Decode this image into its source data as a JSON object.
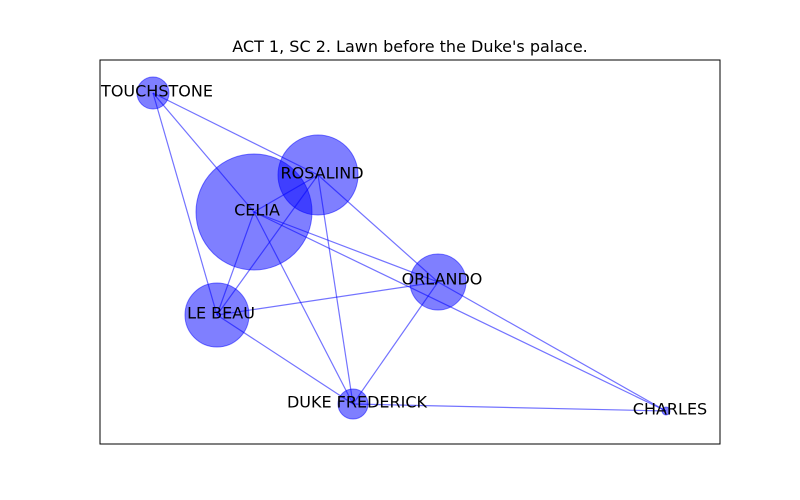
{
  "title": "ACT 1, SC 2. Lawn before the Duke's palace.",
  "colors": {
    "node_fill": "#0000ff",
    "edge": "#0000ff",
    "frame": "#000000",
    "label": "#000000"
  },
  "nodes": [
    {
      "id": "touchstone",
      "label": "TOUCHSTONE"
    },
    {
      "id": "rosalind",
      "label": "ROSALIND"
    },
    {
      "id": "celia",
      "label": "CELIA"
    },
    {
      "id": "orlando",
      "label": "ORLANDO"
    },
    {
      "id": "le-beau",
      "label": "LE BEAU"
    },
    {
      "id": "duke-frederick",
      "label": "DUKE FREDERICK"
    },
    {
      "id": "charles",
      "label": "CHARLES"
    }
  ],
  "edges": [
    [
      "touchstone",
      "rosalind"
    ],
    [
      "touchstone",
      "celia"
    ],
    [
      "touchstone",
      "le-beau"
    ],
    [
      "rosalind",
      "celia"
    ],
    [
      "rosalind",
      "le-beau"
    ],
    [
      "rosalind",
      "orlando"
    ],
    [
      "rosalind",
      "duke-frederick"
    ],
    [
      "celia",
      "le-beau"
    ],
    [
      "celia",
      "orlando"
    ],
    [
      "celia",
      "duke-frederick"
    ],
    [
      "celia",
      "charles"
    ],
    [
      "le-beau",
      "orlando"
    ],
    [
      "le-beau",
      "duke-frederick"
    ],
    [
      "orlando",
      "duke-frederick"
    ],
    [
      "orlando",
      "charles"
    ],
    [
      "duke-frederick",
      "charles"
    ]
  ]
}
